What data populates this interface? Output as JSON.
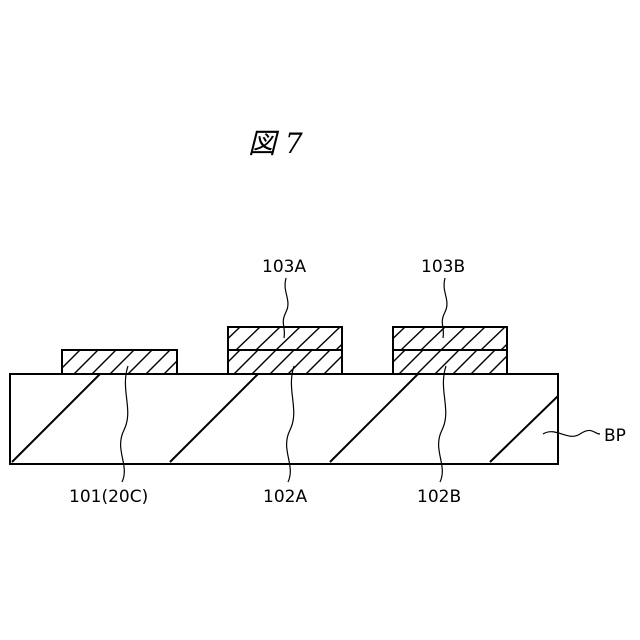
{
  "figure": {
    "title": "図 7"
  },
  "labels": {
    "l101": "101(20C)",
    "l102a": "102A",
    "l102b": "102B",
    "l103a": "103A",
    "l103b": "103B",
    "lbp": "BP"
  }
}
